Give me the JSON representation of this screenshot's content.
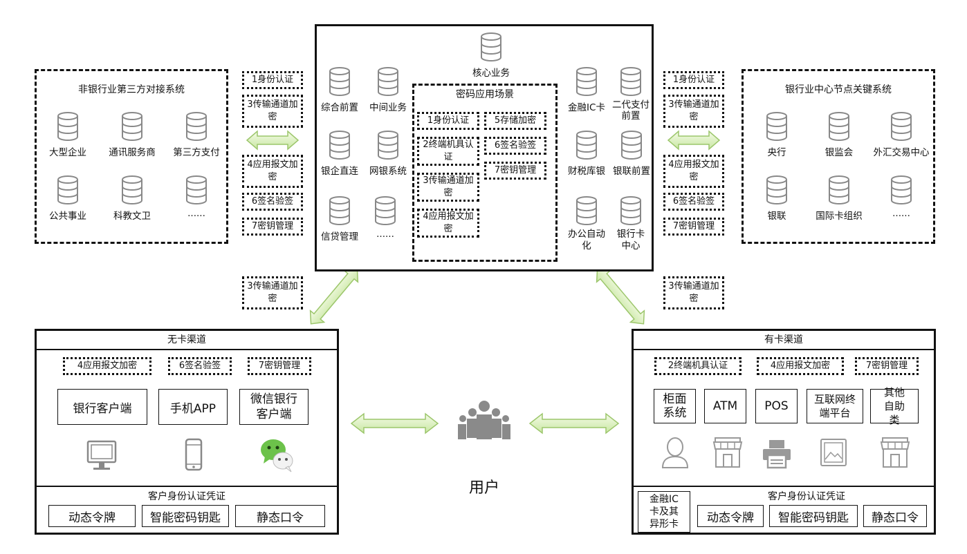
{
  "core": {
    "title": "核心业务",
    "left_dbs": [
      "综合前置",
      "中间业务",
      "银企直连",
      "网银系统",
      "信贷管理",
      "......"
    ],
    "right_dbs": [
      "金融IC卡",
      "二代支付前置",
      "财税库银",
      "银联前置",
      "办公自动化",
      "银行卡中心"
    ],
    "crypto_title": "密码应用场景",
    "crypto_left": [
      "1身份认证",
      "2终端机具认证",
      "3传输通道加密",
      "4应用报文加密"
    ],
    "crypto_right": [
      "5存储加密",
      "6签名验签",
      "7密钥管理"
    ]
  },
  "left_system": {
    "title": "非银行业第三方对接系统",
    "items": [
      "大型企业",
      "通讯服务商",
      "第三方支付",
      "公共事业",
      "科教文卫",
      "......"
    ]
  },
  "right_system": {
    "title": "银行业中心节点关键系统",
    "items": [
      "央行",
      "银监会",
      "外汇交易中心",
      "银联",
      "国际卡组织",
      "......"
    ]
  },
  "left_labels": [
    "1身份认证",
    "3传输通道加密",
    "4应用报文加密",
    "6签名验签",
    "7密钥管理"
  ],
  "right_labels": [
    "1身份认证",
    "3传输通道加密",
    "4应用报文加密",
    "6签名验签",
    "7密钥管理"
  ],
  "mid_left_label": "3传输通道加密",
  "mid_right_label": "3传输通道加密",
  "no_card": {
    "title": "无卡渠道",
    "tags": [
      "4应用报文加密",
      "6签名验签",
      "7密钥管理"
    ],
    "channels": [
      "银行客户端",
      "手机APP",
      "微信银行客户端"
    ],
    "cred_title": "客户身份认证凭证",
    "creds": [
      "动态令牌",
      "智能密码钥匙",
      "静态口令"
    ]
  },
  "card": {
    "title": "有卡渠道",
    "tags": [
      "2终端机具认证",
      "4应用报文加密",
      "7密钥管理"
    ],
    "channels": [
      "柜面系统",
      "ATM",
      "POS",
      "互联网终端平台",
      "其他自助类"
    ],
    "cred_title": "客户身份认证凭证",
    "creds_first": "金融IC卡及其异形卡",
    "creds": [
      "动态令牌",
      "智能密码钥匙",
      "静态口令"
    ]
  },
  "user_label": "用户"
}
